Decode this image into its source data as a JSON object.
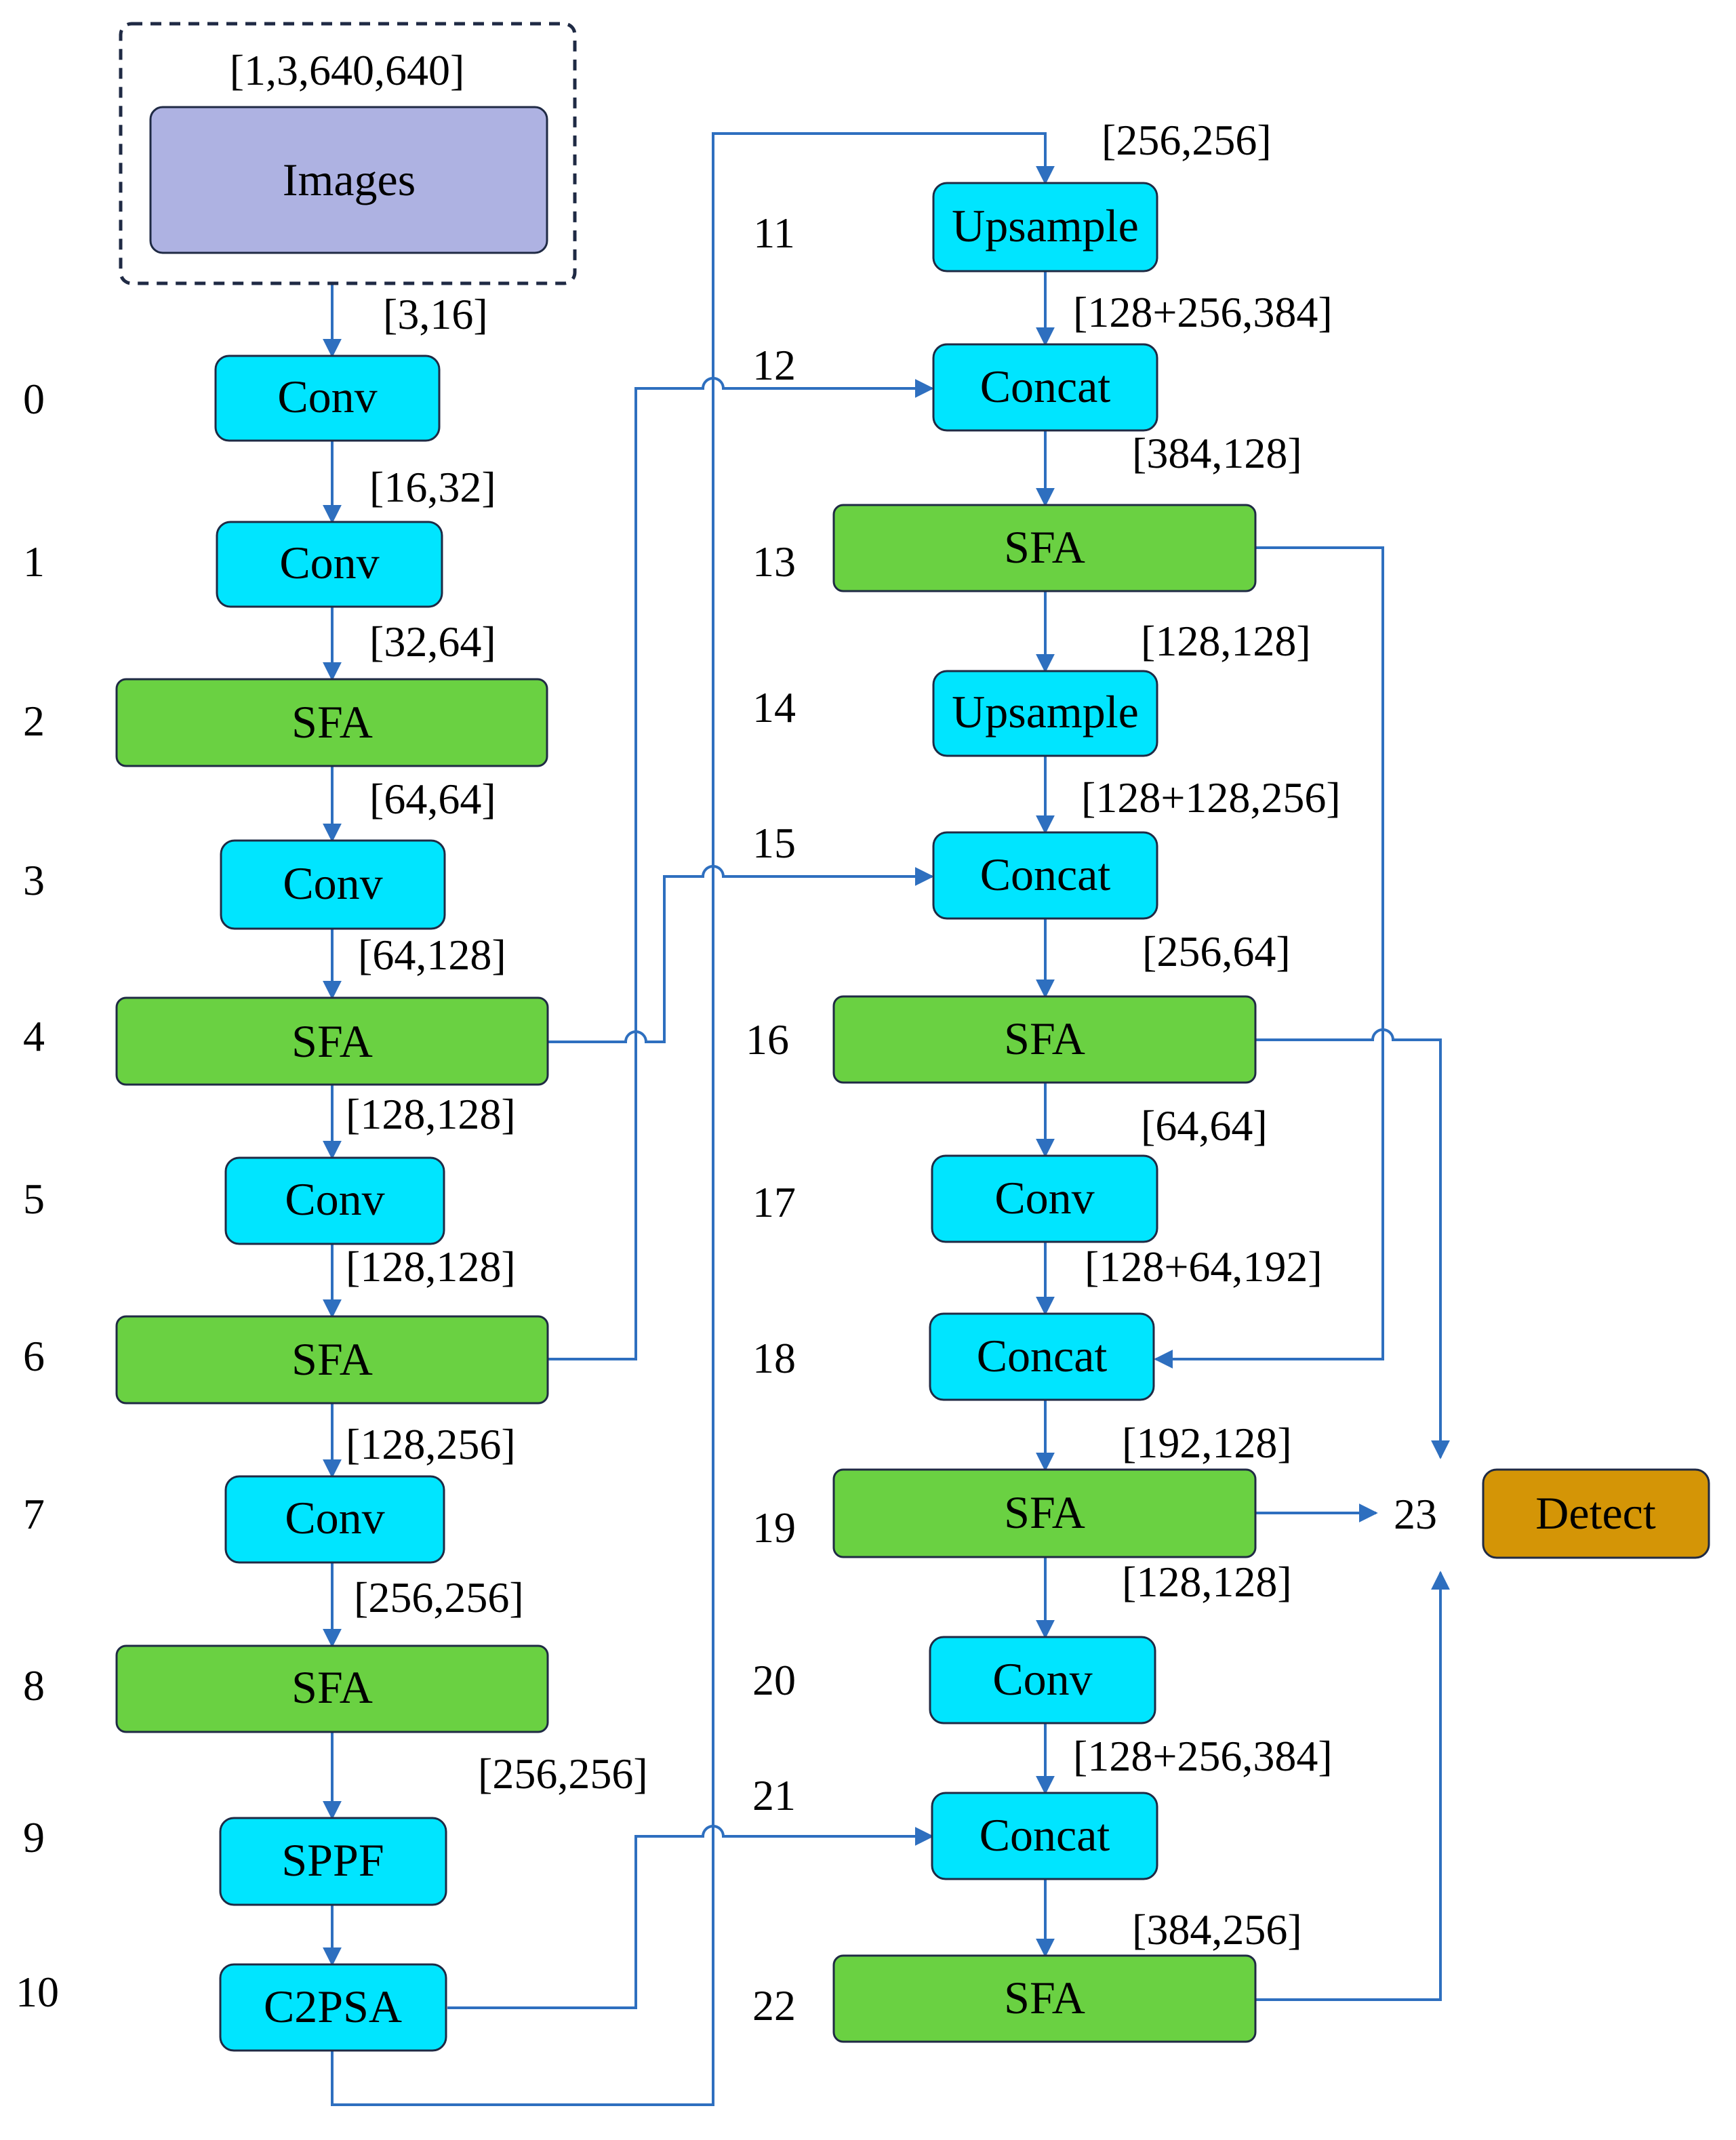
{
  "colors": {
    "conv": "#00e5ff",
    "sfa": "#6ad142",
    "images": "#aeb2e2",
    "detect": "#d49506",
    "edge": "#2e6fbf",
    "border": "#1f2a44"
  },
  "input_shape": "[1,3,640,640]",
  "nodes": {
    "images": "Images",
    "n0": "Conv",
    "n1": "Conv",
    "n2": "SFA",
    "n3": "Conv",
    "n4": "SFA",
    "n5": "Conv",
    "n6": "SFA",
    "n7": "Conv",
    "n8": "SFA",
    "n9": "SPPF",
    "n10": "C2PSA",
    "n11": "Upsample",
    "n12": "Concat",
    "n13": "SFA",
    "n14": "Upsample",
    "n15": "Concat",
    "n16": "SFA",
    "n17": "Conv",
    "n18": "Concat",
    "n19": "SFA",
    "n20": "Conv",
    "n21": "Concat",
    "n22": "SFA",
    "detect": "Detect"
  },
  "indices": {
    "i0": "0",
    "i1": "1",
    "i2": "2",
    "i3": "3",
    "i4": "4",
    "i5": "5",
    "i6": "6",
    "i7": "7",
    "i8": "8",
    "i9": "9",
    "i10": "10",
    "i11": "11",
    "i12": "12",
    "i13": "13",
    "i14": "14",
    "i15": "15",
    "i16": "16",
    "i17": "17",
    "i18": "18",
    "i19": "19",
    "i20": "20",
    "i21": "21",
    "i22": "22",
    "i23": "23"
  },
  "edge_labels": {
    "l_img_0": "[3,16]",
    "l_0_1": "[16,32]",
    "l_1_2": "[32,64]",
    "l_2_3": "[64,64]",
    "l_3_4": "[64,128]",
    "l_4_5": "[128,128]",
    "l_5_6": "[128,128]",
    "l_6_7": "[128,256]",
    "l_7_8": "[256,256]",
    "l_8_9": "[256,256]",
    "l_10_11": "[256,256]",
    "l_11_12": "[128+256,384]",
    "l_12_13": "[384,128]",
    "l_13_14": "[128,128]",
    "l_14_15": "[128+128,256]",
    "l_15_16": "[256,64]",
    "l_16_17": "[64,64]",
    "l_17_18": "[128+64,192]",
    "l_18_19": "[192,128]",
    "l_19_20": "[128,128]",
    "l_20_21": "[128+256,384]",
    "l_21_22": "[384,256]"
  }
}
